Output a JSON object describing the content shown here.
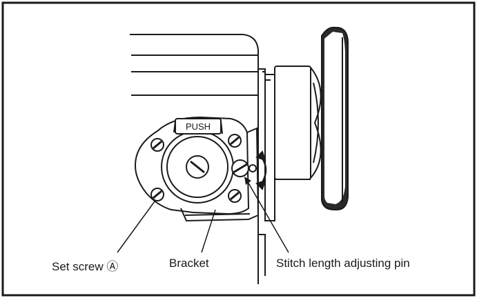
{
  "labels": {
    "push": "PUSH",
    "set_screw": "Set screw Ⓐ",
    "bracket": "Bracket",
    "stitch_pin": "Stitch length adjusting pin"
  },
  "colors": {
    "ink": "#1a1a1a",
    "background": "#ffffff"
  }
}
